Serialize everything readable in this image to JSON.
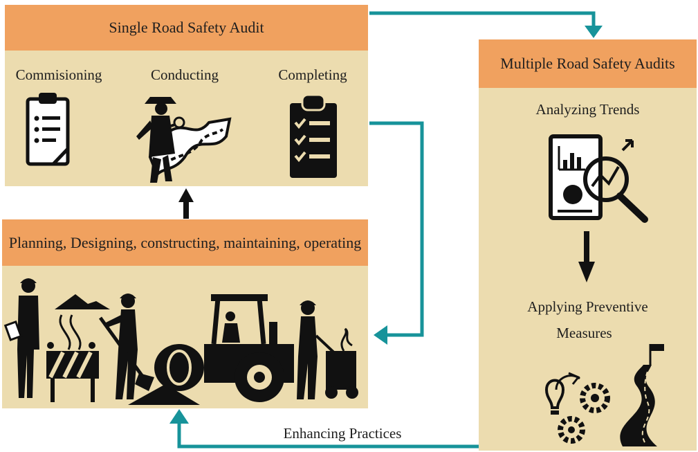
{
  "single_audit": {
    "title": "Single Road Safety Audit",
    "steps": [
      {
        "label": "Commisioning",
        "icon": "clipboard-icon"
      },
      {
        "label": "Conducting",
        "icon": "inspector-map-icon"
      },
      {
        "label": "Completing",
        "icon": "checklist-icon"
      }
    ]
  },
  "lifecycle": {
    "title": "Planning, Designing, constructing, maintaining, operating",
    "icon": "road-construction-icon"
  },
  "multiple_audits": {
    "title": "Multiple Road Safety Audits",
    "steps": [
      {
        "label": "Analyzing Trends",
        "icon": "trend-analysis-icon"
      },
      {
        "label": "Applying Preventive",
        "label2": "Measures",
        "icon": "preventive-measures-icon"
      }
    ]
  },
  "feedback_label": "Enhancing Practices",
  "colors": {
    "band": "#f0a15f",
    "panel": "#ecdcaf",
    "arrow_teal": "#17939a",
    "arrow_black": "#111111"
  }
}
